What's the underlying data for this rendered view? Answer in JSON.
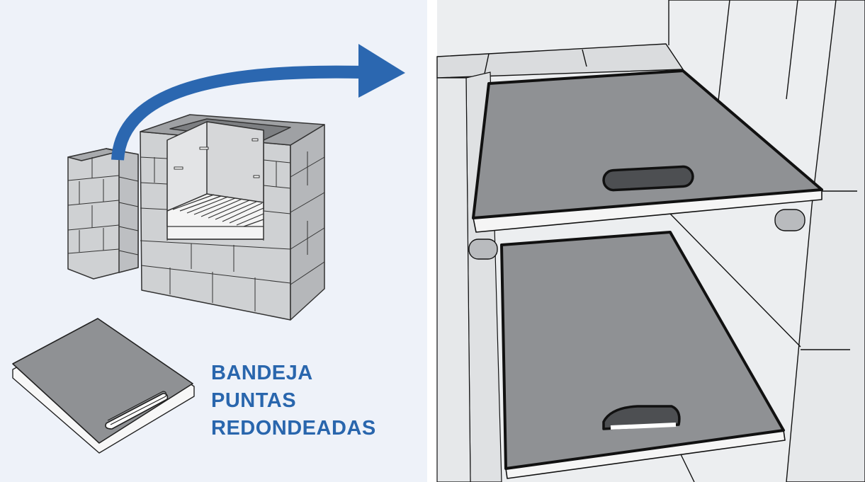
{
  "caption": {
    "line1": "BANDEJA",
    "line2": "PUNTAS",
    "line3": "REDONDEADAS"
  },
  "colors": {
    "left_panel_bg": "#eef2f9",
    "right_panel_bg": "#eceef0",
    "arrow": "#2b67b0",
    "caption_text": "#2966ad",
    "brick_fill": "#cfd1d3",
    "tray_fill": "#8f9194",
    "outline": "#111111"
  },
  "icons": [
    "curved-arrow-icon",
    "brick-barbecue-icon",
    "tray-icon"
  ]
}
